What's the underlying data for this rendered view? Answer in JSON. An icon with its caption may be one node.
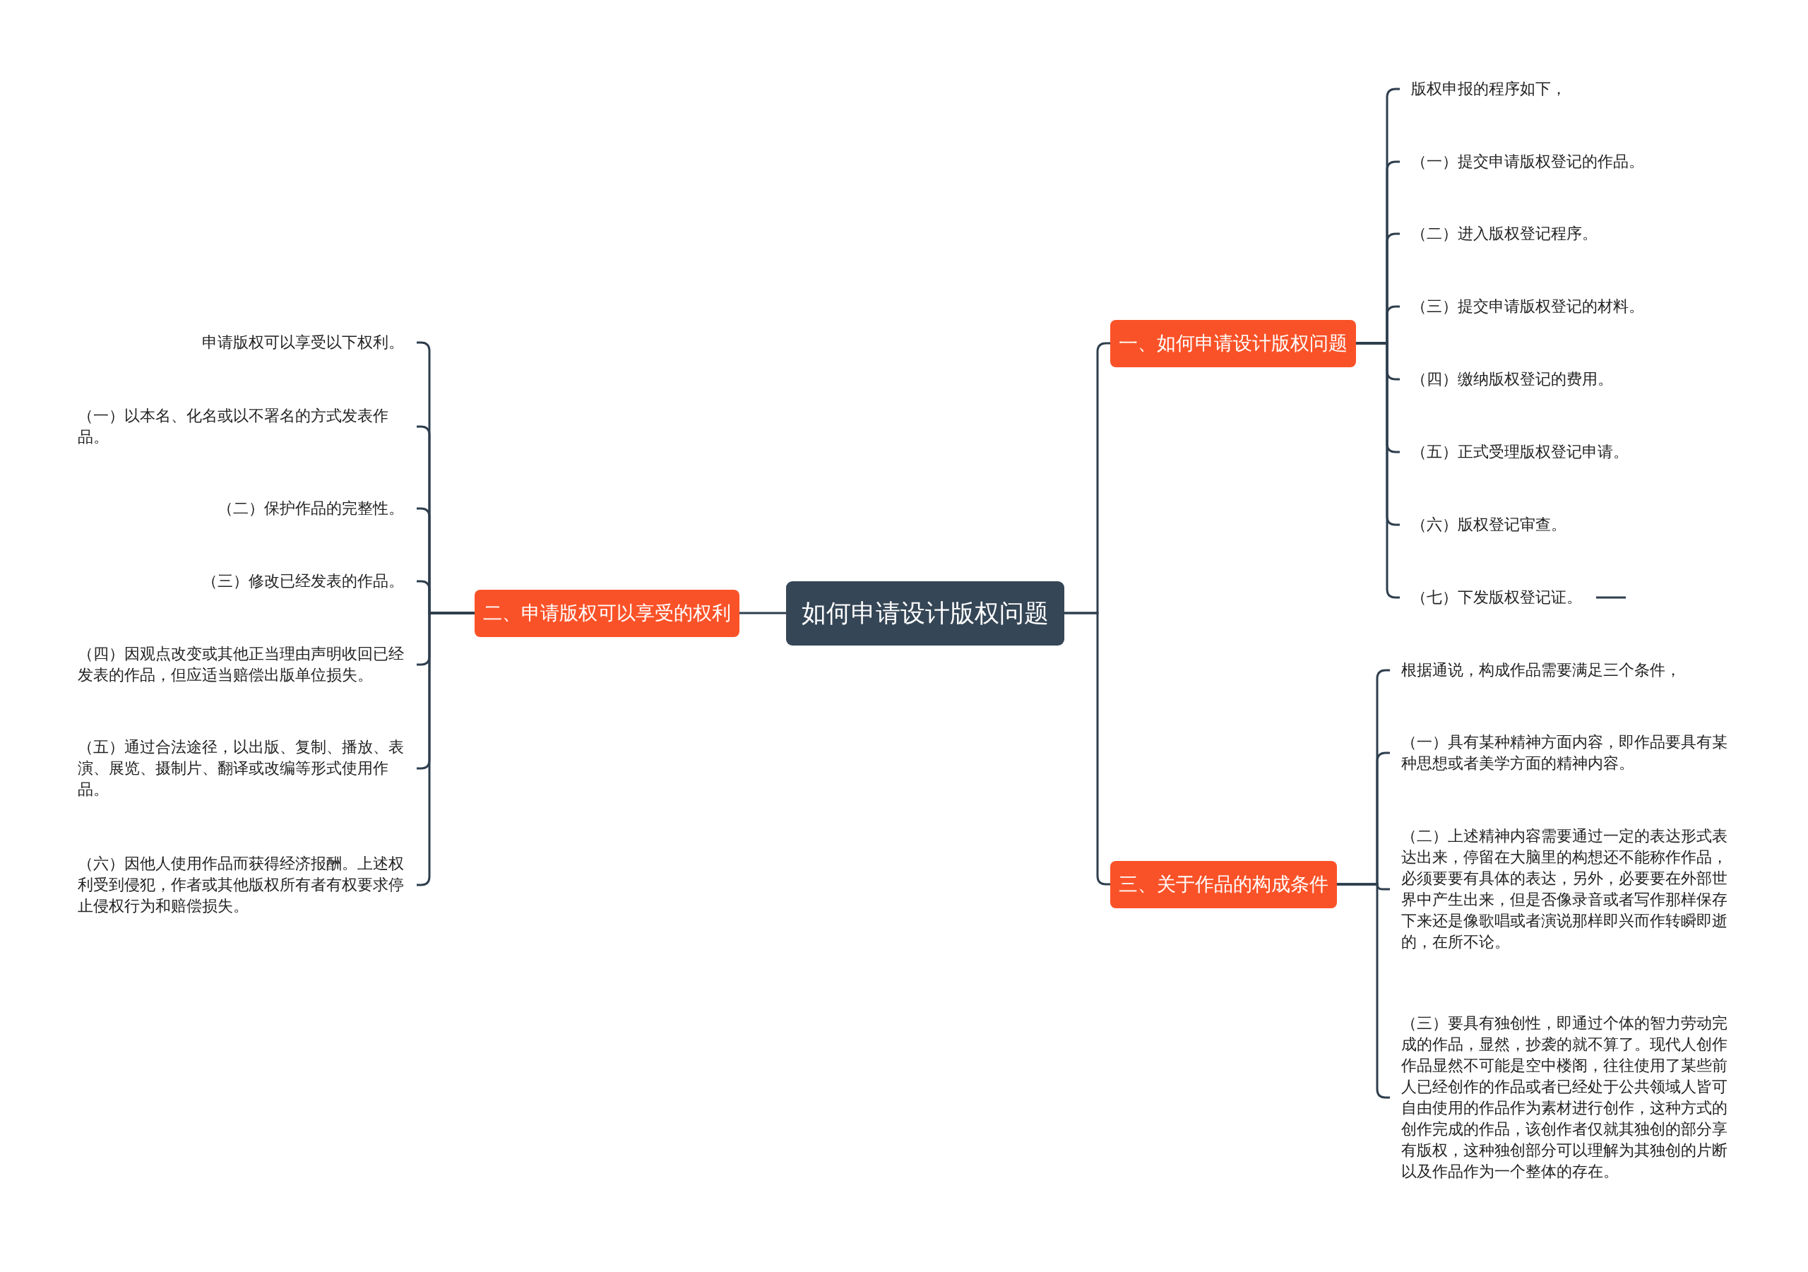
{
  "diagram": {
    "nodes": [
      {
        "text": [
          "如何申请设计版权问题"
        ]
      },
      {
        "text": [
          "一、如何申请设计版权问题"
        ]
      },
      {
        "text": [
          "版权申报的程序如下，"
        ]
      },
      {
        "text": [
          "（一）提交申请版权登记的作品。"
        ]
      },
      {
        "text": [
          "（二）进入版权登记程序。"
        ]
      },
      {
        "text": [
          "（三）提交申请版权登记的材料。"
        ]
      },
      {
        "text": [
          "（四）缴纳版权登记的费用。"
        ]
      },
      {
        "text": [
          "（五）正式受理版权登记申请。"
        ]
      },
      {
        "text": [
          "（六）版权登记审查。"
        ]
      },
      {
        "text": [
          "（七）下发版权登记证。"
        ]
      },
      {
        "text": [
          "二、申请版权可以享受的权利"
        ]
      },
      {
        "text": [
          "申请版权可以享受以下权利。"
        ]
      },
      {
        "text": [
          "（一）以本名、化名或以不署名的方式发表作品。"
        ]
      },
      {
        "text": [
          "（二）保护作品的完整性。"
        ]
      },
      {
        "text": [
          "（三）修改已经发表的作品。"
        ]
      },
      {
        "text": [
          "（四）因观点改变或其他正当理由声明收回已经发表的作品，但应适当赔偿出版单位损失。"
        ]
      },
      {
        "text": [
          "（五）通过合法途径，以出版、复制、播放、表演、展览、摄制片、翻译或改编等形式使用作品。"
        ]
      },
      {
        "text": [
          "（六）因他人使用作品而获得经济报酬。上述权利受到侵犯，作者或其他版权所有者有权要求停止侵权行为和赔偿损失。"
        ]
      },
      {
        "text": [
          "三、关于作品的构成条件"
        ]
      },
      {
        "text": [
          "根据通说，构成作品需要满足三个条件，"
        ]
      },
      {
        "text": [
          "（一）具有某种精神方面内容，即作品要具有某种思想或者美学方面的精神内容。"
        ]
      },
      {
        "text": [
          "（二）上述精神内容需要通过一定的表达形式表达出来，停留在大脑里的构想还不能称作作品，必须要要有具体的表达，另外，必要要在外部世界中产生出来，但是否像录音或者写作那样保存下来还是像歌唱或者演说那样即兴而作转瞬即逝的，在所不论。"
        ]
      },
      {
        "text": [
          "（三）要具有独创性，即通过个体的智力劳动完成的作品，显然，抄袭的就不算了。现代人创作作品显然不可能是空中楼阁，往往使用了某些前人已经创作的作品或者已经处于公共领域人皆可自由使用的作品作为素材进行创作，这种方式的创作完成的作品，该创作者仅就其独创的部分享有版权，这种独创部分可以理解为其独创的片断以及作品作为一个整体的存在。"
        ]
      }
    ],
    "edges": [
      {
        "from": 0,
        "to": 1,
        "arrow": "none"
      },
      {
        "from": 1,
        "to": 2,
        "arrow": "none"
      },
      {
        "from": 1,
        "to": 3,
        "arrow": "none"
      },
      {
        "from": 1,
        "to": 4,
        "arrow": "none"
      },
      {
        "from": 1,
        "to": 5,
        "arrow": "none"
      },
      {
        "from": 1,
        "to": 6,
        "arrow": "none"
      },
      {
        "from": 1,
        "to": 7,
        "arrow": "none"
      },
      {
        "from": 1,
        "to": 8,
        "arrow": "none"
      },
      {
        "from": 1,
        "to": 9,
        "arrow": "none"
      },
      {
        "from": 0,
        "to": 10,
        "arrow": "none"
      },
      {
        "from": 10,
        "to": 11,
        "arrow": "none"
      },
      {
        "from": 10,
        "to": 12,
        "arrow": "none"
      },
      {
        "from": 10,
        "to": 13,
        "arrow": "none"
      },
      {
        "from": 10,
        "to": 14,
        "arrow": "none"
      },
      {
        "from": 10,
        "to": 15,
        "arrow": "none"
      },
      {
        "from": 10,
        "to": 16,
        "arrow": "none"
      },
      {
        "from": 10,
        "to": 17,
        "arrow": "none"
      },
      {
        "from": 0,
        "to": 18,
        "arrow": "none"
      },
      {
        "from": 18,
        "to": 19,
        "arrow": "none"
      },
      {
        "from": 18,
        "to": 20,
        "arrow": "none"
      },
      {
        "from": 18,
        "to": 21,
        "arrow": "none"
      },
      {
        "from": 18,
        "to": 22,
        "arrow": "none"
      }
    ]
  }
}
